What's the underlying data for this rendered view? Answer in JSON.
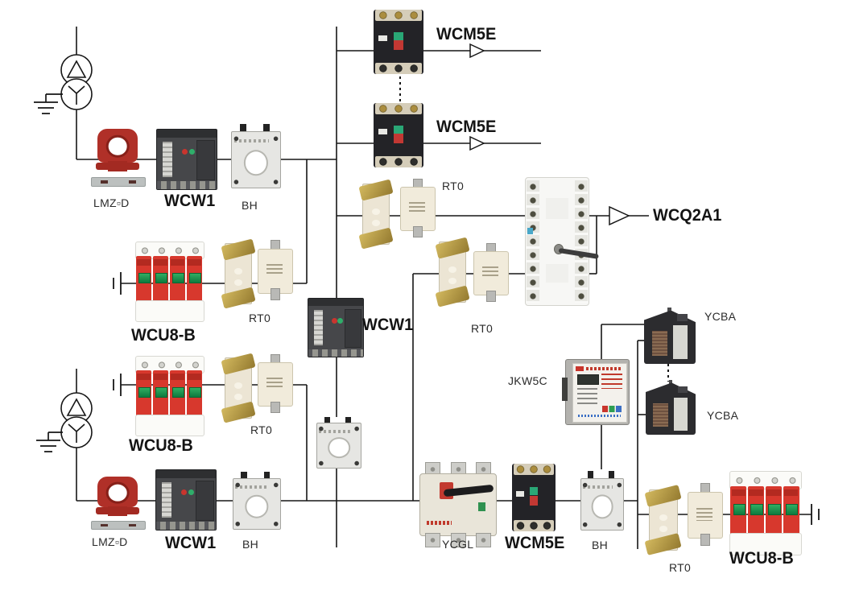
{
  "labels": {
    "lmz_d": "LMZ▫D",
    "wcw1": "WCW1",
    "bh": "BH",
    "wcm5e": "WCM5E",
    "rt0": "RT0",
    "wcu8_b": "WCU8-B",
    "wcq2a1": "WCQ2A1",
    "ycba": "YCBA",
    "jkw5c": "JKW5C",
    "ycgl": "YCGL"
  },
  "colors": {
    "wire": "#161616",
    "spd_red": "#d7382d",
    "ct_red": "#b03028",
    "breaker_dark": "#232327",
    "indicator_green": "#2fae6a",
    "indicator_red": "#c8352e",
    "ivory": "#ece5d4",
    "background": "#ffffff"
  },
  "icons": {
    "transformer_symbol": "two overlapping circles with delta and wye marks",
    "ground_symbol": "earth bars",
    "outgoing_feeder_arrow": "▷",
    "continuation_dashes": "⋮"
  }
}
